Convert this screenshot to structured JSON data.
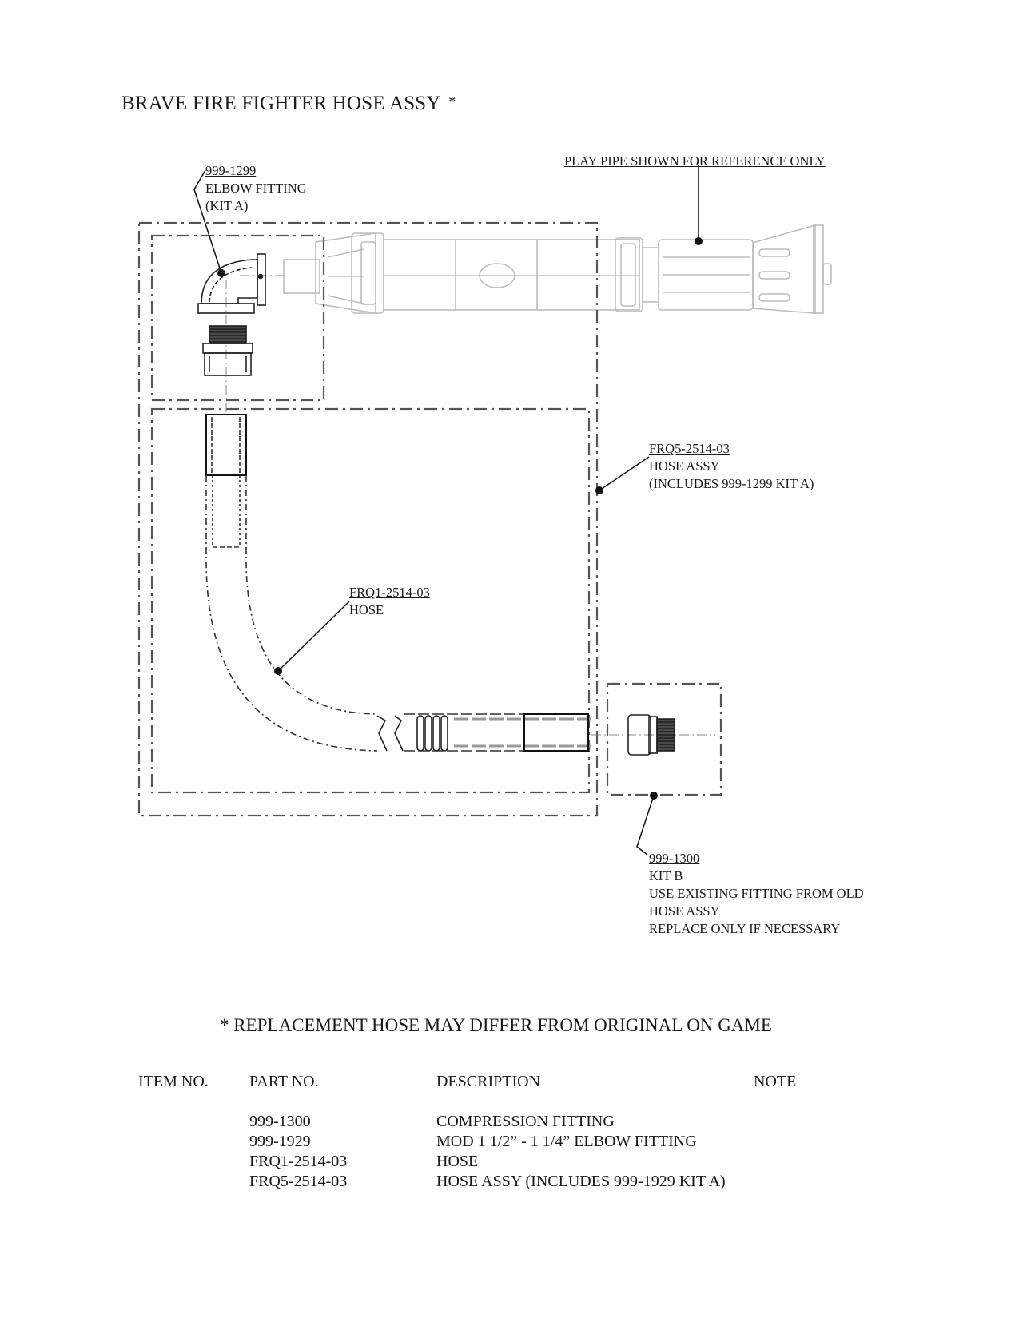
{
  "page": {
    "title": "BRAVE FIRE FIGHTER HOSE ASSY",
    "title_mark": "*"
  },
  "callouts": {
    "elbow": {
      "part": "999-1299",
      "lines": [
        "ELBOW FITTING",
        "(KIT A)"
      ]
    },
    "play_pipe": {
      "text": "PLAY PIPE SHOWN FOR REFERENCE ONLY"
    },
    "hose_assy": {
      "part": "FRQ5-2514-03",
      "lines": [
        "HOSE ASSY",
        "(INCLUDES 999-1299 KIT A)"
      ]
    },
    "hose": {
      "part": "FRQ1-2514-03",
      "lines": [
        "HOSE"
      ]
    },
    "kit_b": {
      "part": "999-1300",
      "lines": [
        "KIT B",
        "USE EXISTING FITTING FROM OLD",
        "HOSE ASSY",
        "REPLACE ONLY IF NECESSARY"
      ]
    }
  },
  "footnote": "*  REPLACEMENT HOSE MAY DIFFER FROM ORIGINAL ON GAME",
  "parts_table": {
    "headers": [
      "ITEM NO.",
      "PART NO.",
      "DESCRIPTION",
      "NOTE"
    ],
    "rows": [
      {
        "item": "",
        "part": "999-1300",
        "description": "COMPRESSION FITTING",
        "note": ""
      },
      {
        "item": "",
        "part": "999-1929",
        "description": "MOD 1 1/2” - 1 1/4” ELBOW FITTING",
        "note": ""
      },
      {
        "item": "",
        "part": "FRQ1-2514-03",
        "description": "HOSE",
        "note": ""
      },
      {
        "item": "",
        "part": "FRQ5-2514-03",
        "description": "HOSE ASSY (INCLUDES 999-1929 KIT A)",
        "note": ""
      }
    ]
  },
  "colors": {
    "ink": "#1a1a1a",
    "reference_ink": "#b8b8b8",
    "phantom_ink": "#555555"
  }
}
